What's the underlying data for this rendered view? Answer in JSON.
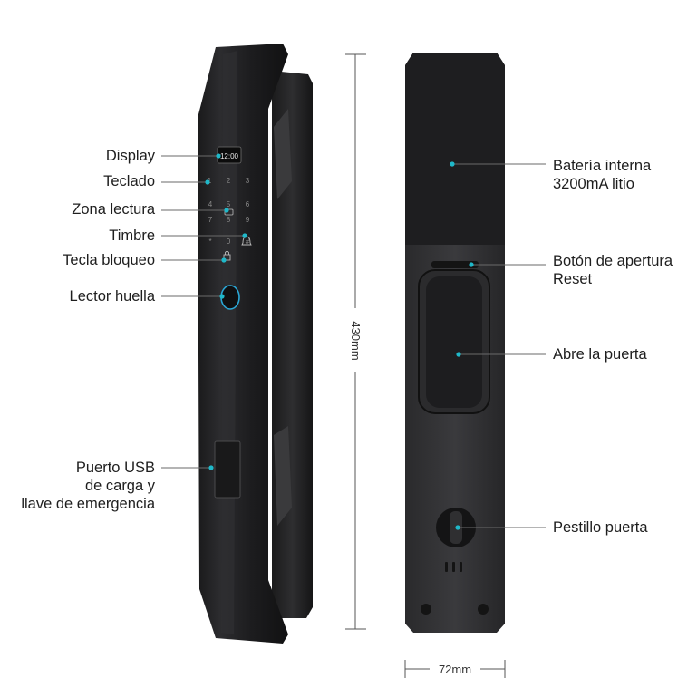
{
  "front_labels": {
    "display": "Display",
    "teclado": "Teclado",
    "zona_lectura": "Zona lectura",
    "timbre": "Timbre",
    "tecla_bloqueo": "Tecla bloqueo",
    "lector_huella": "Lector huella",
    "puerto_usb": [
      "Puerto USB",
      "de carga y",
      "llave de emergencia"
    ]
  },
  "back_labels": {
    "bateria": [
      "Batería interna",
      "3200mA litio"
    ],
    "boton": [
      "Botón de apertura",
      "Reset"
    ],
    "abre": "Abre la puerta",
    "pestillo": "Pestillo puerta"
  },
  "screen_time": "12:00",
  "keypad": [
    "1",
    "2",
    "3",
    "4",
    "5",
    "6",
    "7",
    "8",
    "9",
    "*",
    "0",
    "#"
  ],
  "dimensions": {
    "height": "430mm",
    "width": "72mm"
  },
  "colors": {
    "accent": "#1fb8c9",
    "body": "#232325",
    "line": "#555555"
  }
}
